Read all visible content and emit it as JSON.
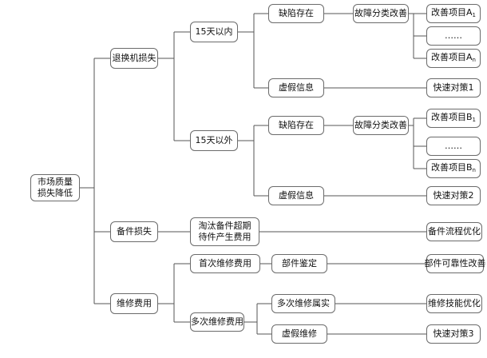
{
  "root": {
    "line1": "市场质量",
    "line2": "损失降低"
  },
  "branches": {
    "returns": "退换机损失",
    "spares": "备件损失",
    "repair": "维修费用"
  },
  "returns": {
    "within15": "15天以内",
    "over15": "15天以外",
    "defect": "缺陷存在",
    "false_info": "虚假信息",
    "fault_classify": "故障分类改善",
    "a_item": "改善项目A",
    "a_sub1": "1",
    "a_subn": "n",
    "b_item": "改善项目B",
    "b_sub1": "1",
    "b_subn": "n",
    "ellipsis": "……",
    "quick1": "快速对策1",
    "quick2": "快速对策2"
  },
  "spares": {
    "obsolete_line1": "淘汰备件超期",
    "obsolete_line2": "待件产生费用",
    "process_opt": "备件流程优化"
  },
  "repair": {
    "first": "首次维修费用",
    "part_check": "部件鉴定",
    "reliability": "部件可靠性改善",
    "multi": "多次维修费用",
    "multi_true": "多次维修属实",
    "skill_opt": "维修技能优化",
    "false_repair": "虚假维修",
    "quick3": "快速对策3"
  }
}
